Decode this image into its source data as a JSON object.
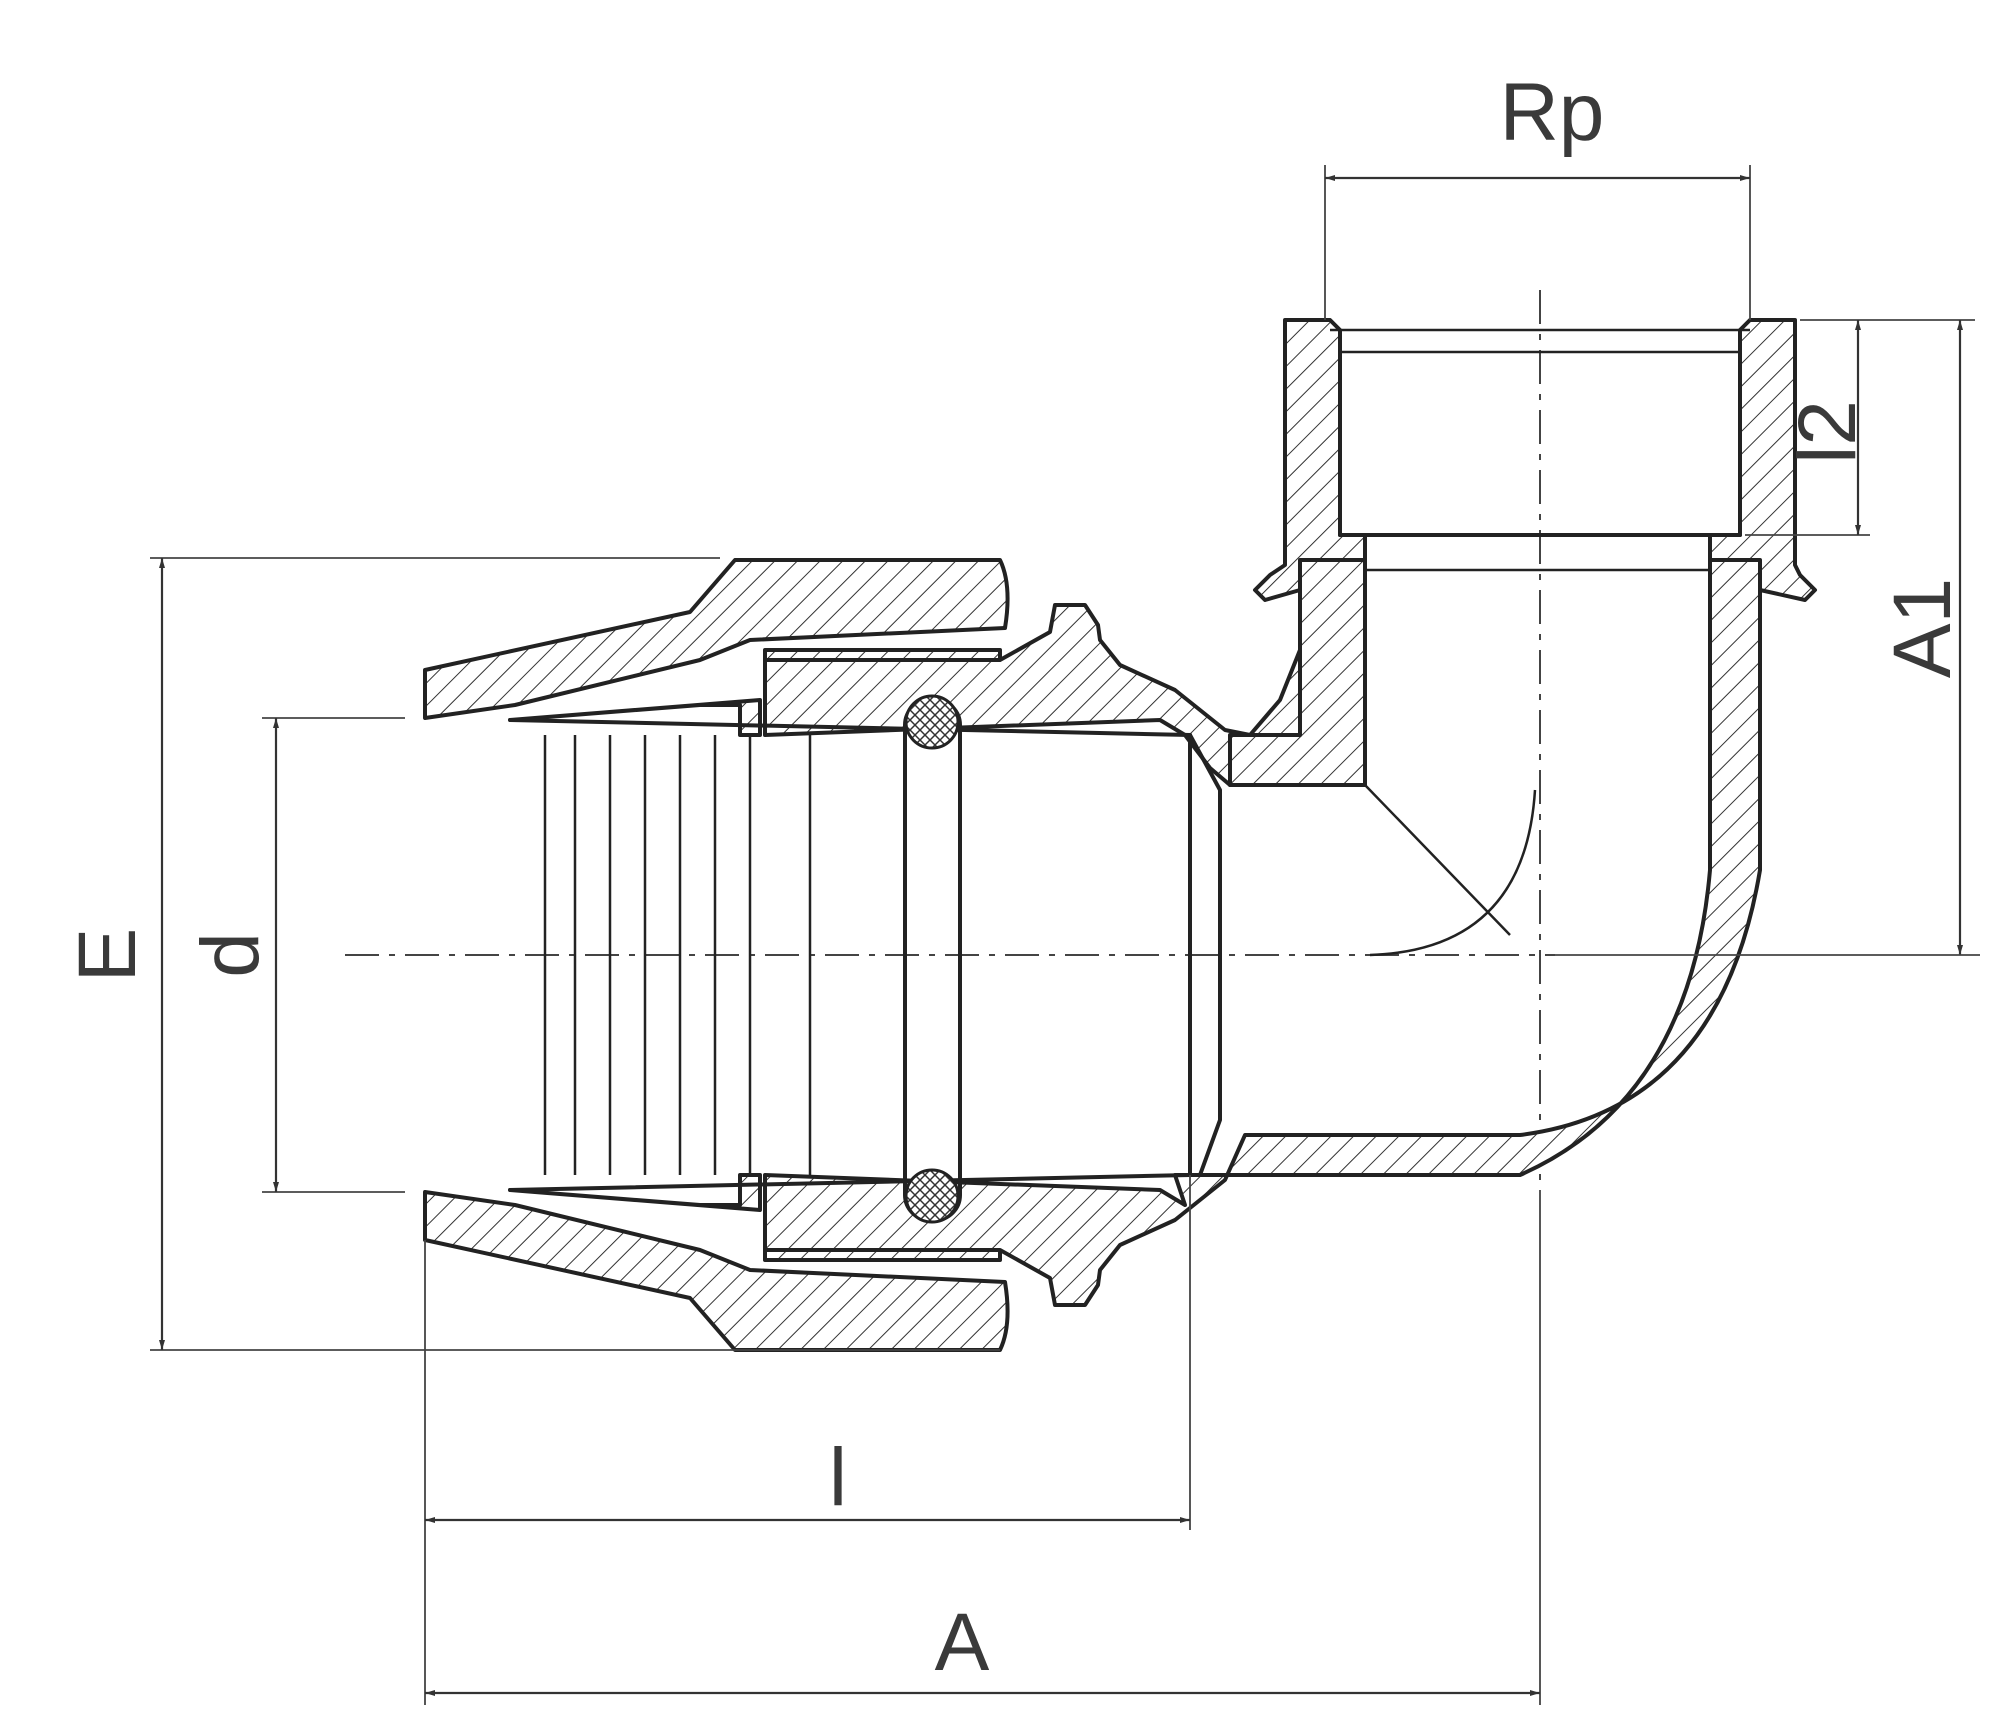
{
  "labels": {
    "rp": "Rp",
    "l2": "l2",
    "a1": "A1",
    "e": "E",
    "d": "d",
    "l": "l",
    "a": "A"
  },
  "colors": {
    "line": "#222222",
    "text": "#3a3a3a",
    "background": "#ffffff"
  }
}
